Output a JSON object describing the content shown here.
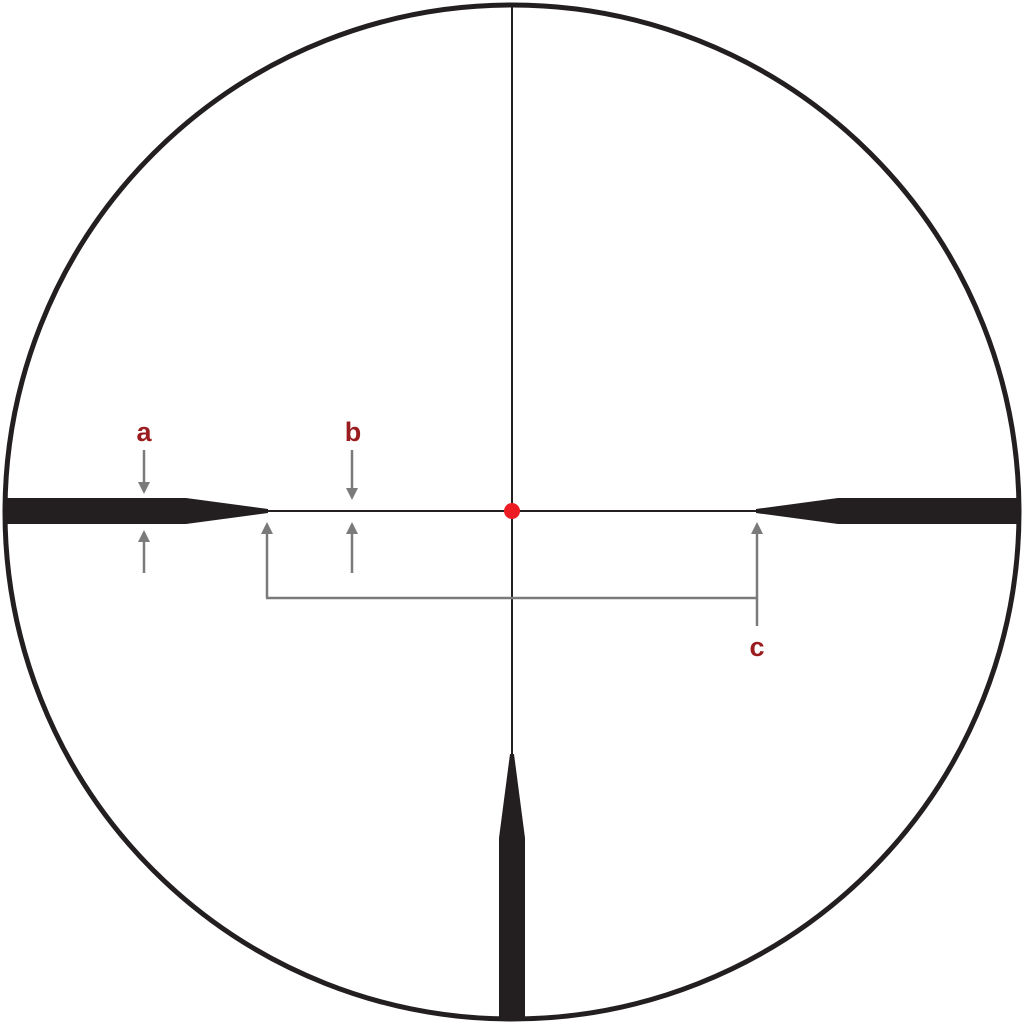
{
  "diagram": {
    "labels": {
      "a": "a",
      "b": "b",
      "c": "c"
    },
    "colors": {
      "reticle": "#231f20",
      "center_dot": "#ed1c24",
      "dimension_lines": "#7a7a7a",
      "label_text": "#9b1c1f",
      "background": "#ffffff"
    }
  }
}
